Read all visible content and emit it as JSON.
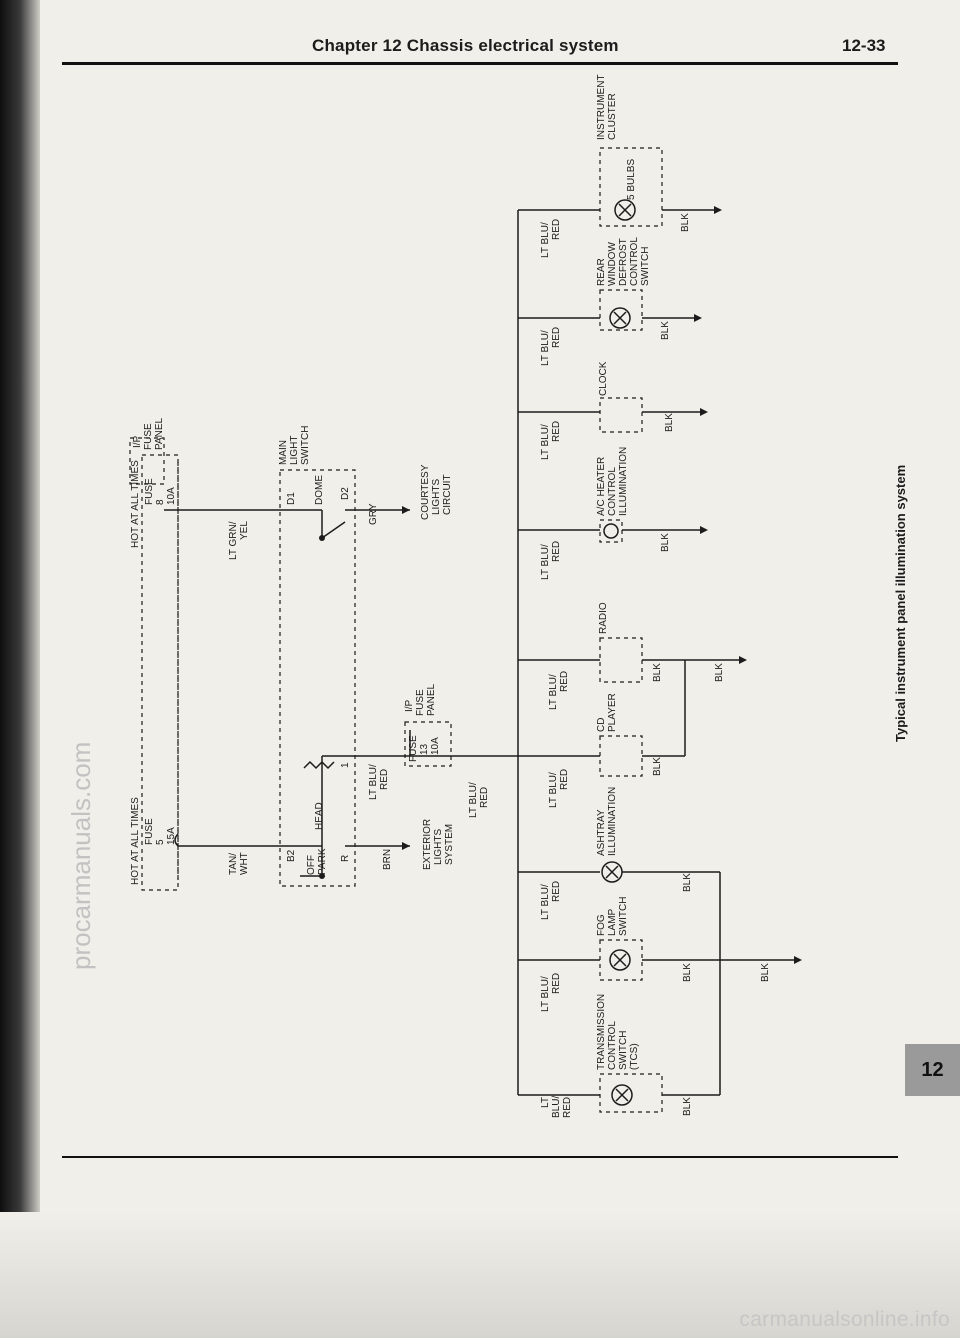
{
  "header": {
    "title": "Chapter 12  Chassis electrical system",
    "page_number": "12-33"
  },
  "caption": "Typical instrument panel illumination system",
  "tab_label": "12",
  "watermarks": {
    "left": "procarmanuals.com",
    "bottom": "carmanualsonline.info"
  },
  "labels": {
    "hot_1": "HOT AT ALL TIMES",
    "fuse_5": [
      "FUSE",
      "5",
      "15A"
    ],
    "tan_wht": [
      "TAN/",
      "WHT"
    ],
    "b2": "B2",
    "head": "HEAD",
    "off": "OFF",
    "park": "PARK",
    "r": "R",
    "brn": "BRN",
    "exterior": [
      "EXTERIOR",
      "LIGHTS",
      "SYSTEM"
    ],
    "n1": "1",
    "lt_blu_red_a": [
      "LT BLU/",
      "RED"
    ],
    "fuse_13": [
      "FUSE",
      "13",
      "10A"
    ],
    "ip_fuse_13": [
      "I/P",
      "FUSE",
      "PANEL"
    ],
    "lt_blu_red_b": [
      "LT BLU/",
      "RED"
    ],
    "hot_2": "HOT AT ALL TIMES",
    "fuse_8": [
      "FUSE",
      "8",
      "10A"
    ],
    "ip_fuse_8": [
      "I/P",
      "FUSE",
      "PANEL"
    ],
    "lt_grn_yel": [
      "LT GRN/",
      "YEL"
    ],
    "d1": "D1",
    "dome": "DOME",
    "d2": "D2",
    "main_switch": [
      "MAIN",
      "LIGHT",
      "SWITCH"
    ],
    "gry": "GRY",
    "courtesy": [
      "COURTESY",
      "LIGHTS",
      "CIRCUIT"
    ],
    "instrument": [
      "INSTRUMENT",
      "CLUSTER"
    ],
    "bulbs": "5 BULBS",
    "rear_defrost": [
      "REAR",
      "WINDOW",
      "DEFROST",
      "CONTROL",
      "SWITCH"
    ],
    "clock": "CLOCK",
    "ac_heater": [
      "A/C HEATER",
      "CONTROL",
      "ILLUMINATION"
    ],
    "radio": "RADIO",
    "cd_player": [
      "CD",
      "PLAYER"
    ],
    "ashtray": [
      "ASHTRAY",
      "ILLUMINATION"
    ],
    "fog_lamp": [
      "FOG",
      "LAMP",
      "SWITCH"
    ],
    "transmission": [
      "TRANSMISSION",
      "CONTROL",
      "SWITCH",
      "(TCS)"
    ],
    "lt_blu_red_branch": [
      "LT BLU/",
      "RED"
    ],
    "lt_blu_red_trans": [
      "LT",
      "BLU/",
      "RED"
    ],
    "blk": "BLK"
  }
}
